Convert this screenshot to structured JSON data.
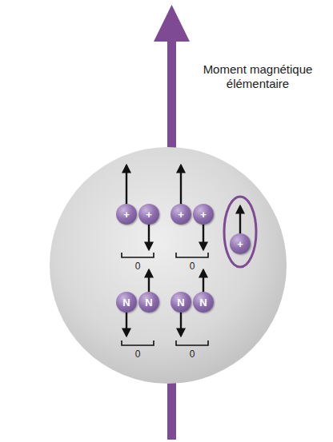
{
  "diagram": {
    "nodes": [
      {
        "text": [
          "+"
        ]
      },
      {
        "text": [
          "+"
        ]
      },
      {
        "text": [
          "+"
        ]
      },
      {
        "text": [
          "+"
        ]
      },
      {
        "text": [
          "+"
        ]
      },
      {
        "text": [
          "N"
        ]
      },
      {
        "text": [
          "N"
        ]
      },
      {
        "text": [
          "N"
        ]
      },
      {
        "text": [
          "N"
        ]
      }
    ],
    "labels": [
      "Moment magnétique élémentaire",
      "0",
      "0",
      "0",
      "0"
    ]
  }
}
